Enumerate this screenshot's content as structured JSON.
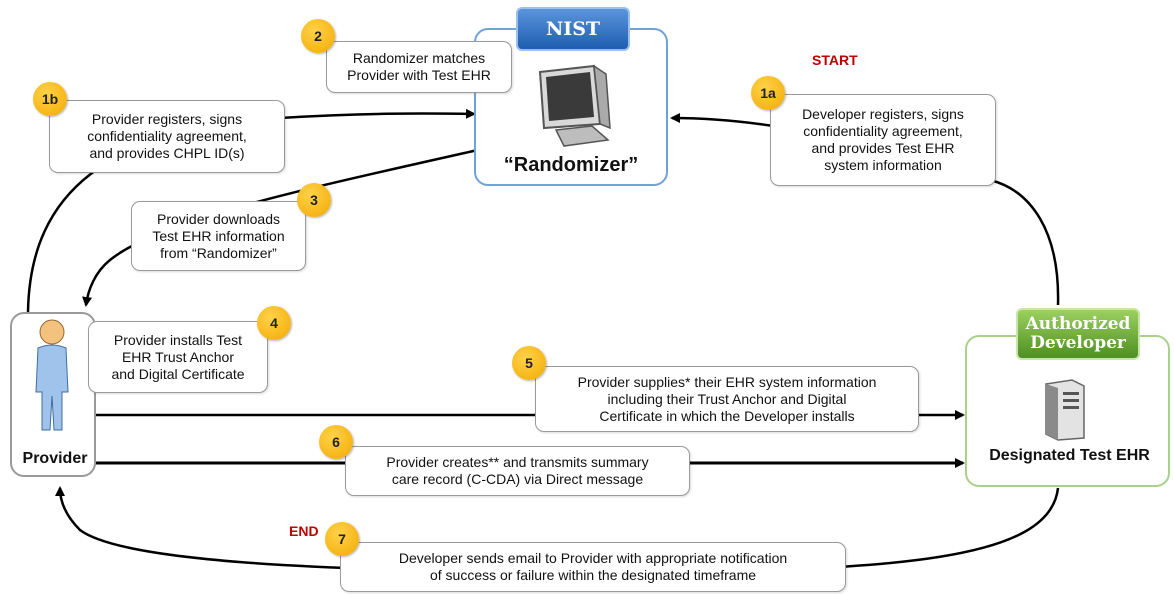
{
  "nist": {
    "title": "NIST",
    "label": "“Randomizer”"
  },
  "developer": {
    "title": "Authorized Developer",
    "label": "Designated Test EHR"
  },
  "provider": {
    "label": "Provider"
  },
  "start_label": "START",
  "end_label": "END",
  "steps": [
    {
      "id": "1a",
      "text": "Developer registers, signs\nconfidentiality agreement,\nand provides Test EHR\nsystem information"
    },
    {
      "id": "1b",
      "text": "Provider registers, signs\nconfidentiality agreement,\nand provides CHPL ID(s)"
    },
    {
      "id": "2",
      "text": "Randomizer matches\nProvider with Test EHR"
    },
    {
      "id": "3",
      "text": "Provider downloads\nTest EHR information\nfrom “Randomizer”"
    },
    {
      "id": "4",
      "text": "Provider installs Test\nEHR Trust Anchor\nand Digital Certificate"
    },
    {
      "id": "5",
      "text": "Provider supplies* their EHR system information\nincluding their Trust Anchor and Digital\nCertificate in which the Developer installs"
    },
    {
      "id": "6",
      "text": "Provider creates** and transmits summary\ncare record (C-CDA) via Direct message"
    },
    {
      "id": "7",
      "text": "Developer sends email to Provider with appropriate notification\nof success or failure within the designated timeframe"
    }
  ],
  "colors": {
    "nist_header": "#2f6fc4",
    "developer_header": "#5f9e2e",
    "badge": "#f2a900",
    "start_end": "#c00000"
  }
}
